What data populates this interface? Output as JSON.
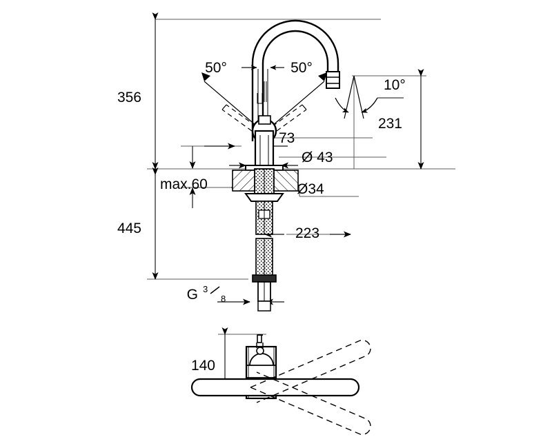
{
  "drawing": {
    "title": "Kitchen mixer tap technical dimension drawing",
    "units": "mm",
    "line_color": "#000000",
    "dim_line_color": "#3a3a3a",
    "background": "#ffffff"
  },
  "dimensions": {
    "total_height": "356",
    "below_deck_length": "445",
    "spout_outlet_height": "231",
    "max_deck_thickness": "max.60",
    "handle_clearance": "73",
    "base_diameter": "Ø 43",
    "shank_diameter": "Ø34",
    "hose_length": "223",
    "lever_height_top_view": "140",
    "thread_size_letter": "G",
    "thread_size_numerator": "3",
    "thread_size_denominator": "8"
  },
  "angles": {
    "lever_swivel_left": "50°",
    "lever_swivel_right": "50°",
    "aerator_tilt": "10°"
  },
  "views": [
    {
      "name": "front-elevation-view",
      "label": ""
    },
    {
      "name": "top-plan-view",
      "label": ""
    }
  ]
}
